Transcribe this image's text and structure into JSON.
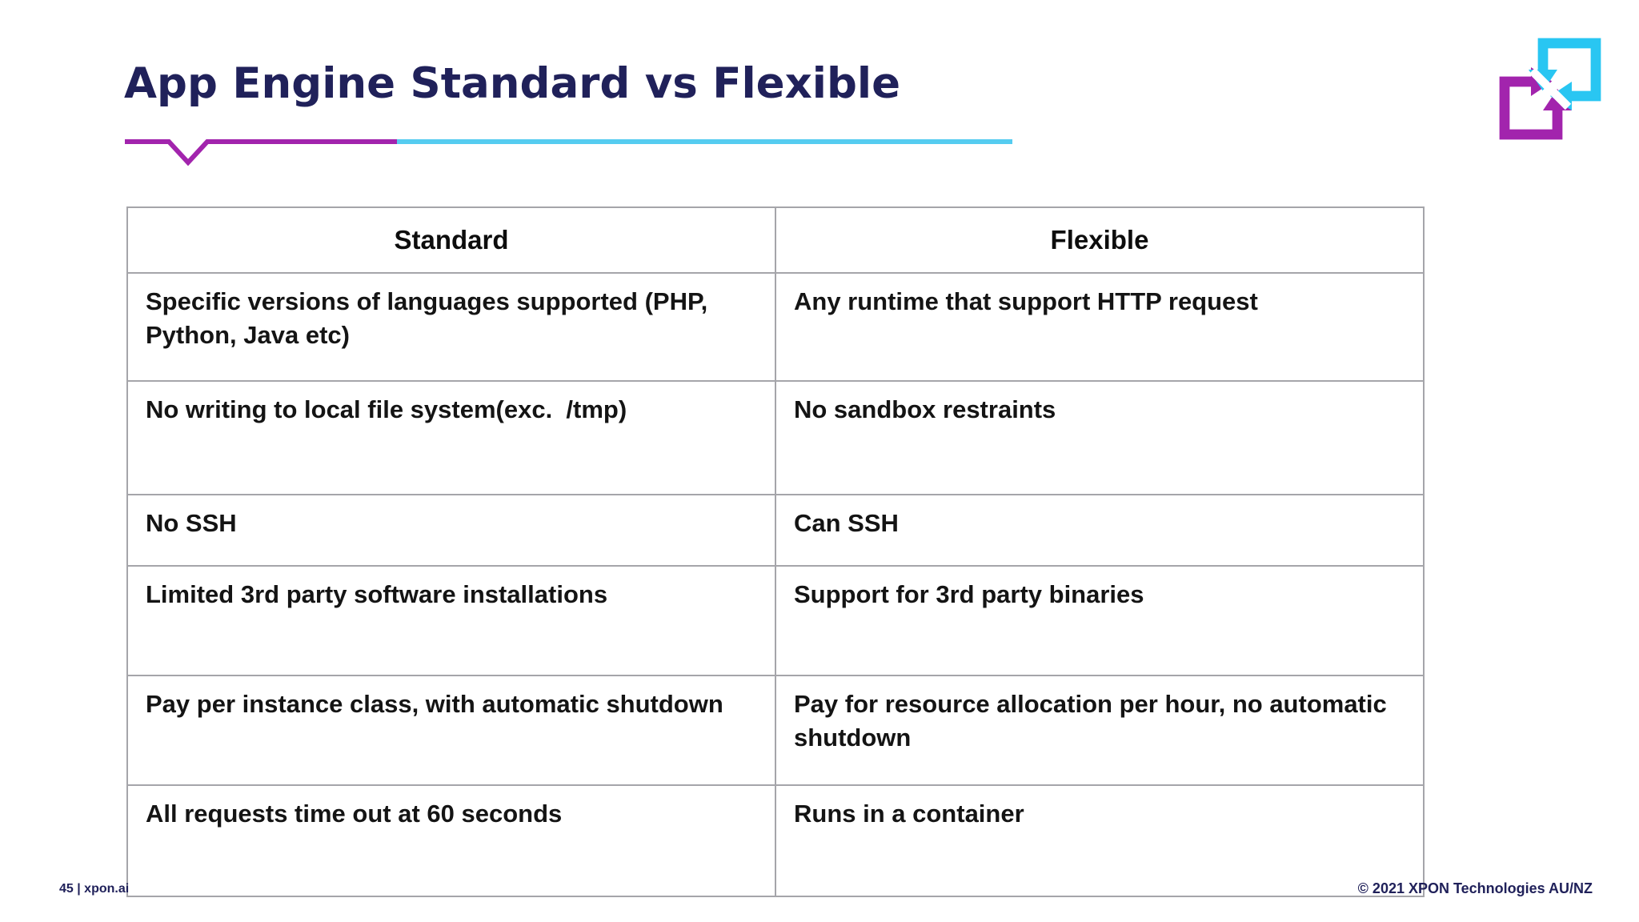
{
  "slide": {
    "title": "App Engine Standard vs Flexible",
    "footer": {
      "page_label": "45 | xpon.ai",
      "copyright": "© 2021 XPON Technologies AU/NZ"
    }
  },
  "logo": {
    "label": "xpon-logo-icon",
    "description": "two interlocking squares with four arrowheads converging into an X"
  },
  "colors": {
    "title_navy": "#20215a",
    "accent_purple": "#a224ad",
    "accent_cyan_line": "#55ccf0",
    "logo_cyan": "#29c6f2",
    "logo_purple": "#a224ad",
    "table_border": "#a5a5aa",
    "cell_text": "#141414",
    "background": "#ffffff"
  },
  "table": {
    "columns": [
      "Standard",
      "Flexible"
    ],
    "rows": [
      [
        "Specific versions of languages supported (PHP, Python, Java etc)",
        "Any runtime that support HTTP request"
      ],
      [
        "No writing to local file system(exc.  /tmp)",
        "No sandbox restraints"
      ],
      [
        "No SSH",
        "Can SSH"
      ],
      [
        "Limited 3rd party software installations",
        "Support for 3rd party binaries"
      ],
      [
        "Pay per instance class, with automatic shutdown",
        "Pay for resource allocation per hour, no automatic shutdown"
      ],
      [
        "All requests time out at 60 seconds",
        "Runs in a container"
      ]
    ]
  }
}
